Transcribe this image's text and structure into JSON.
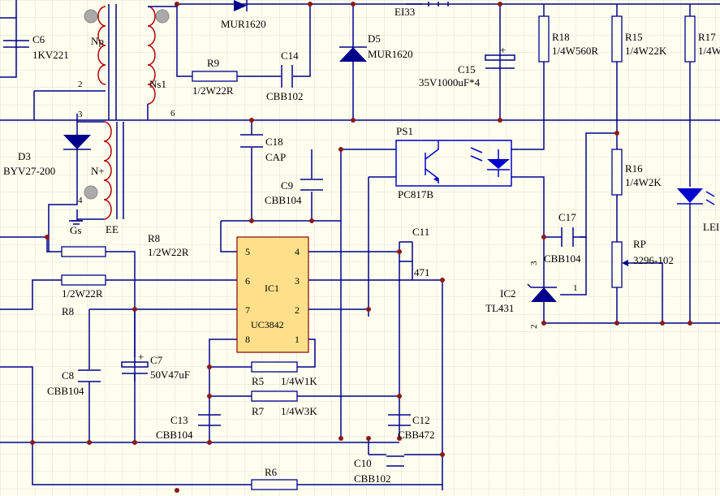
{
  "components": {
    "c6": {
      "ref": "C6",
      "value": "1KV221"
    },
    "np": {
      "label": "Np"
    },
    "ns1": {
      "label": "Ns1"
    },
    "nplus": {
      "label": "N+"
    },
    "gs": {
      "label": "Gs"
    },
    "ee": {
      "label": "EE"
    },
    "pin2": "2",
    "pin3": "3",
    "pin4": "4",
    "pin6": "6",
    "d3": {
      "ref": "D3",
      "value": "BYV27-200"
    },
    "mur_top": {
      "value": "MUR1620"
    },
    "d5": {
      "ref": "D5",
      "value": "MUR1620"
    },
    "r9": {
      "ref": "R9",
      "value": "1/2W22R"
    },
    "c14": {
      "ref": "C14",
      "value": "CBB102"
    },
    "ei33": {
      "label": "EI33"
    },
    "c15": {
      "ref": "C15",
      "value": "35V1000uF*4"
    },
    "r18": {
      "ref": "R18",
      "value": "1/4W560R"
    },
    "r15": {
      "ref": "R15",
      "value": "1/4W22K"
    },
    "r17": {
      "ref": "R17",
      "value": "1/4W"
    },
    "c18": {
      "ref": "C18",
      "value": "CAP"
    },
    "ps1": {
      "ref": "PS1",
      "value": "PC817B"
    },
    "c9": {
      "ref": "C9",
      "value": "CBB104"
    },
    "r16": {
      "ref": "R16",
      "value": "1/4W2K"
    },
    "led": {
      "label": "LEI"
    },
    "r8a": {
      "ref": "R8",
      "value": "1/2W22R"
    },
    "r8b": {
      "ref": "R8",
      "value": "1/2W22R"
    },
    "c17": {
      "ref": "C17",
      "value": "CBB104"
    },
    "rp": {
      "ref": "RP",
      "value": "3296-102"
    },
    "c11": {
      "ref": "C11",
      "value": "471"
    },
    "ic1": {
      "ref": "IC1",
      "value": "UC3842",
      "pins": [
        "5",
        "4",
        "6",
        "3",
        "7",
        "2",
        "8",
        "1"
      ]
    },
    "ic2": {
      "ref": "IC2",
      "value": "TL431",
      "pins": [
        "3",
        "2",
        "1"
      ]
    },
    "c8": {
      "ref": "C8",
      "value": "CBB104"
    },
    "c7": {
      "ref": "C7",
      "value": "50V47uF"
    },
    "r5": {
      "ref": "R5",
      "value": "1/4W1K"
    },
    "r7": {
      "ref": "R7",
      "value": "1/4W3K"
    },
    "c13": {
      "ref": "C13",
      "value": "CBB104"
    },
    "c12": {
      "ref": "C12",
      "value": "CBB472"
    },
    "c10": {
      "ref": "C10",
      "value": "CBB102"
    },
    "r6": {
      "ref": "R6"
    }
  },
  "colors": {
    "background": "#fffff0",
    "grid": "#d9d9c6",
    "wire": "#00008b",
    "winding": "#b00000",
    "junction": "#8b1a1a",
    "ic_body": "#ffe08a",
    "component": "#0000cc"
  }
}
